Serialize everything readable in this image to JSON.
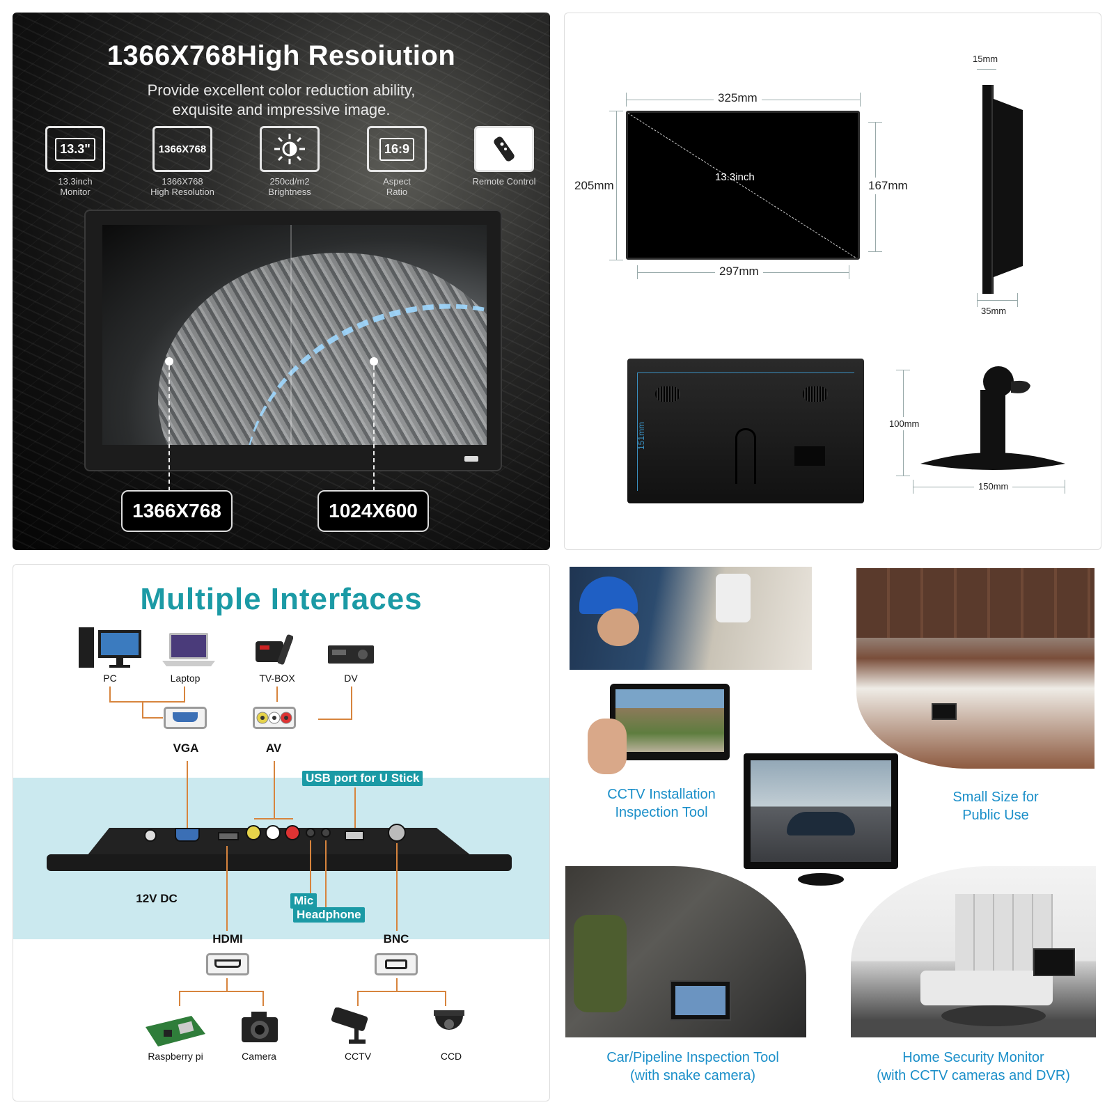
{
  "panel_resolution": {
    "title": "1366X768High Resoiution",
    "subtitle_line1": "Provide excellent color reduction ability,",
    "subtitle_line2": "exquisite and impressive image.",
    "features": [
      {
        "badge": "13.3\"",
        "caption1": "13.3inch",
        "caption2": "Monitor",
        "icon": "size-badge-icon"
      },
      {
        "badge": "1366X768",
        "caption1": "1366X768",
        "caption2": "High Resolution",
        "icon": "resolution-badge-icon"
      },
      {
        "badge": "",
        "caption1": "250cd/m2",
        "caption2": "Brightness",
        "icon": "brightness-sun-icon"
      },
      {
        "badge": "16:9",
        "caption1": "Aspect",
        "caption2": "Ratio",
        "icon": "aspect-ratio-badge-icon"
      },
      {
        "badge": "",
        "caption1": "Remote Control",
        "caption2": "",
        "icon": "remote-control-icon"
      }
    ],
    "res_left": "1366X768",
    "res_right": "1024X600"
  },
  "panel_dimensions": {
    "width_outer": "325mm",
    "height_outer": "205mm",
    "height_screen": "167mm",
    "width_screen": "297mm",
    "diagonal": "13.3inch",
    "depth_top": "15mm",
    "depth_bottom": "35mm",
    "back_height": "151mm",
    "stand_height": "100mm",
    "stand_width": "150mm"
  },
  "panel_interfaces": {
    "title": "Multiple Interfaces",
    "devices_top": [
      "PC",
      "Laptop",
      "TV-BOX",
      "DV"
    ],
    "port_vga": "VGA",
    "port_av": "AV",
    "usb_tag": "USB port for U Stick",
    "dc_label": "12V DC",
    "mic_tag": "Mic",
    "headphone_tag": "Headphone",
    "port_hdmi": "HDMI",
    "port_bnc": "BNC",
    "devices_bottom": [
      "Raspberry pi",
      "Camera",
      "CCTV",
      "CCD"
    ],
    "accent": "#1b9aa5",
    "connector_color": "#d7843d"
  },
  "panel_uses": {
    "cap_cctv_1": "CCTV Installation",
    "cap_cctv_2": "Inspection Tool",
    "cap_public_1": "Small Size for",
    "cap_public_2": "Public Use",
    "cap_car_1": "Car/Pipeline Inspection Tool",
    "cap_car_2": "(with snake camera)",
    "cap_home_1": "Home Security Monitor",
    "cap_home_2": "(with CCTV cameras and DVR)",
    "caption_color": "#1b8fc9"
  }
}
